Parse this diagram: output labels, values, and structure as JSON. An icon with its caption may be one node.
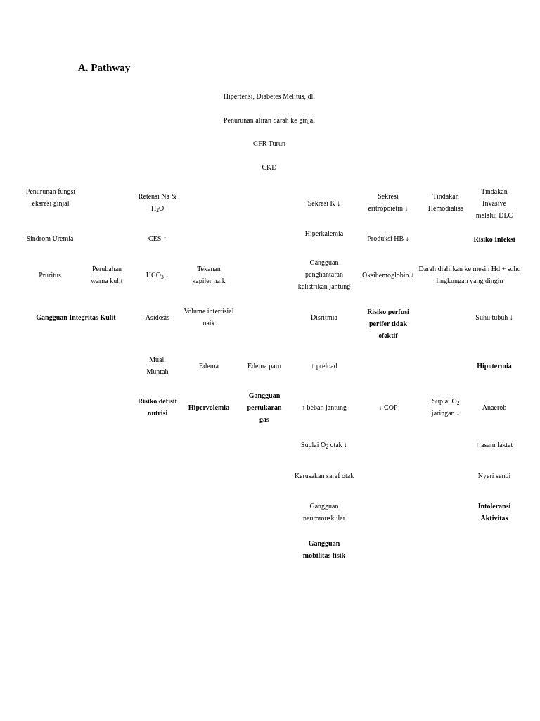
{
  "diagram": {
    "title": "A. Pathway",
    "labels": [
      "Hipertensi, Diabetes Melitus, dll",
      "Penurunan aliran darah ke ginjal",
      "GFR Turun",
      "CKD",
      "Penurunan fungsi eksresi ginjal",
      "Retensi Na & H$_{2}$O",
      "Sekresi K ↓",
      "Sekresi eritropoietin ↓",
      "Tindakan Hemodialisa",
      "Tindakan Invasive melalui DLC",
      "Sindrom Uremia",
      "CES ↑",
      "Hiperkalemia",
      "Produksi HB ↓",
      "Risiko Infeksi",
      "Pruritus",
      "Perubahan warna kulit",
      "HCO$_{3}$ ↓",
      "Tekanan kapiler naik",
      "Gangguan penghantaran kelistrikan jantung",
      "Oksihemoglobin ↓",
      "Darah dialirkan ke mesin Hd + suhu lingkungan yang dingin",
      "Gangguan Integritas Kulit",
      "Asidosis",
      "Volume intertisial naik",
      "Disritmia",
      "Risiko perfusi perifer tidak efektif",
      "Suhu tubuh ↓",
      "Mual, Muntah",
      "Edema",
      "Edema paru",
      "↑ preload",
      "Hipotermia",
      "Risiko defisit nutrisi",
      "Hipervolemia",
      "Gangguan pertukaran gas",
      "↑ beban jantung",
      "↓ COP",
      "Suplai O$_{2}$ jaringan ↓",
      "Anaerob",
      "Suplai O$_{2}$ otak ↓",
      "↑ asam laktat",
      "Kerusakan saraf otak",
      "Nyeri sendi",
      "Gangguan neuromuskular",
      "Intoleransi Aktivitas",
      "Gangguan mobilitas fisik"
    ]
  }
}
